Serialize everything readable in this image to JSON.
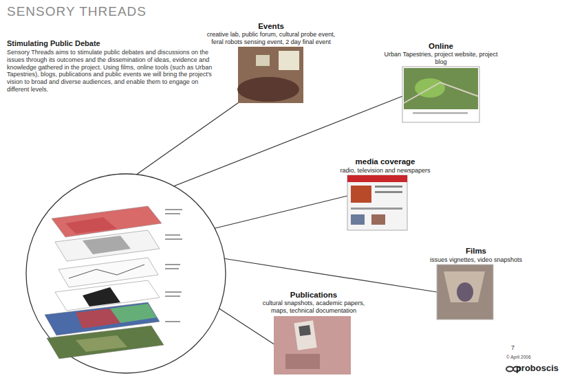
{
  "diagram": {
    "title": "SENSORY THREADS",
    "nodes": [
      {
        "text": [
          "Events",
          "creative lab, public forum, cultural probe event, feral robots sensing event, 2 day final event"
        ]
      },
      {
        "text": [
          "Online",
          "Urban Tapestries, project website, project blog"
        ]
      },
      {
        "text": [
          "media coverage",
          "radio, television and newspapers"
        ]
      },
      {
        "text": [
          "Films",
          "issues vignettes, video snapshots"
        ]
      },
      {
        "text": [
          "Publications",
          "cultural snapshots, academic papers, maps, technical documentation"
        ]
      }
    ],
    "labels": [
      "Stimulating Public Debate",
      "Sensory Threads aims to stimulate public debates and discussions on the issues through its outcomes and the dissemination of ideas, evidence and knowledge gathered in the project. Using films, online tools (such as Urban Tapestries), blogs, publications and public events we will bring the project's vision to broad and diverse audiences, and enable them to engage on different levels.",
      "7",
      "© April 2006",
      "proboscis"
    ]
  }
}
